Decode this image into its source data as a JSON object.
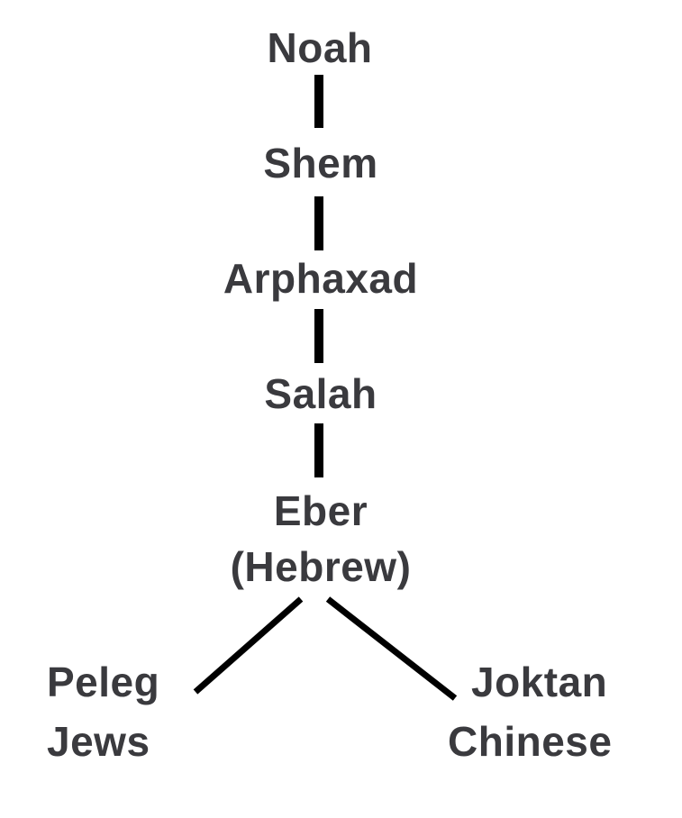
{
  "diagram": {
    "type": "family-tree",
    "nodes": [
      {
        "id": "noah",
        "label": "Noah"
      },
      {
        "id": "shem",
        "label": "Shem"
      },
      {
        "id": "arphaxad",
        "label": "Arphaxad"
      },
      {
        "id": "salah",
        "label": "Salah"
      },
      {
        "id": "eber",
        "label": "Eber",
        "sublabel": "(Hebrew)"
      },
      {
        "id": "peleg",
        "label": "Peleg",
        "sublabel": "Jews"
      },
      {
        "id": "joktan",
        "label": "Joktan",
        "sublabel": "Chinese"
      }
    ],
    "edges": [
      [
        "noah",
        "shem"
      ],
      [
        "shem",
        "arphaxad"
      ],
      [
        "arphaxad",
        "salah"
      ],
      [
        "salah",
        "eber"
      ],
      [
        "eber",
        "peleg"
      ],
      [
        "eber",
        "joktan"
      ]
    ],
    "colors": {
      "text": "#3a3a3e",
      "line": "#000000",
      "background": "#ffffff"
    }
  }
}
